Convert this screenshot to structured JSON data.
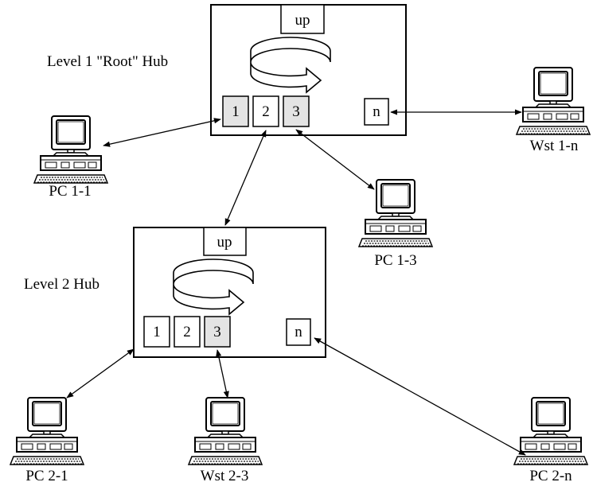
{
  "hubs": [
    {
      "id": "hub1",
      "label": "Level 1 \"Root\" Hub",
      "up_label": "up",
      "ports": [
        {
          "label": "1",
          "shaded": true
        },
        {
          "label": "2",
          "shaded": false
        },
        {
          "label": "3",
          "shaded": true
        },
        {
          "label": "n",
          "shaded": false
        }
      ]
    },
    {
      "id": "hub2",
      "label": "Level 2  Hub",
      "up_label": "up",
      "ports": [
        {
          "label": "1",
          "shaded": false
        },
        {
          "label": "2",
          "shaded": false
        },
        {
          "label": "3",
          "shaded": true
        },
        {
          "label": "n",
          "shaded": false
        }
      ]
    }
  ],
  "nodes": [
    {
      "id": "pc11",
      "label": "PC 1-1",
      "icon": "computer-icon"
    },
    {
      "id": "wst1n",
      "label": "Wst 1-n",
      "icon": "computer-icon"
    },
    {
      "id": "pc13",
      "label": "PC 1-3",
      "icon": "computer-icon"
    },
    {
      "id": "pc21",
      "label": "PC 2-1",
      "icon": "computer-icon"
    },
    {
      "id": "wst23",
      "label": "Wst 2-3",
      "icon": "computer-icon"
    },
    {
      "id": "pc2n",
      "label": "PC 2-n",
      "icon": "computer-icon"
    }
  ],
  "colors": {
    "shaded_port": "#e4e4e4",
    "line": "#000000",
    "background": "#ffffff"
  }
}
